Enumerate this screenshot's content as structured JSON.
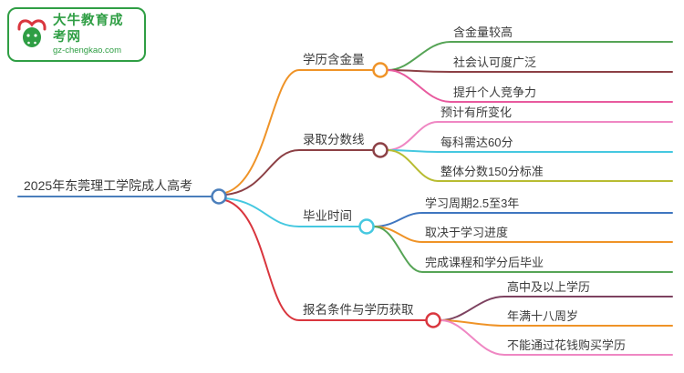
{
  "logo": {
    "title": "大牛教育成考网",
    "subtitle": "gz-chengkao.com",
    "brand_color": "#2f9e44",
    "accent_color": "#d9363e"
  },
  "root": {
    "label": "2025年东莞理工学院成人高考",
    "color": "#4a7ebb"
  },
  "branches": [
    {
      "label": "学历含金量",
      "color": "#ef9327",
      "children": [
        {
          "label": "含金量较高",
          "color": "#56a456"
        },
        {
          "label": "社会认可度广泛",
          "color": "#8c4045"
        },
        {
          "label": "提升个人竞争力",
          "color": "#e85a9e"
        }
      ]
    },
    {
      "label": "录取分数线",
      "color": "#8c4045",
      "children": [
        {
          "label": "预计有所变化",
          "color": "#ef87c3"
        },
        {
          "label": "每科需达60分",
          "color": "#45c8e0"
        },
        {
          "label": "整体分数150分标准",
          "color": "#b8bc32"
        }
      ]
    },
    {
      "label": "毕业时间",
      "color": "#45c8e0",
      "children": [
        {
          "label": "学习周期2.5至3年",
          "color": "#3f76c0"
        },
        {
          "label": "取决于学习进度",
          "color": "#ef9327"
        },
        {
          "label": "完成课程和学分后毕业",
          "color": "#56a456"
        }
      ]
    },
    {
      "label": "报名条件与学历获取",
      "color": "#d9363e",
      "children": [
        {
          "label": "高中及以上学历",
          "color": "#7d4260"
        },
        {
          "label": "年满十八周岁",
          "color": "#ef9327"
        },
        {
          "label": "不能通过花钱购买学历",
          "color": "#ef87c3"
        }
      ]
    }
  ]
}
